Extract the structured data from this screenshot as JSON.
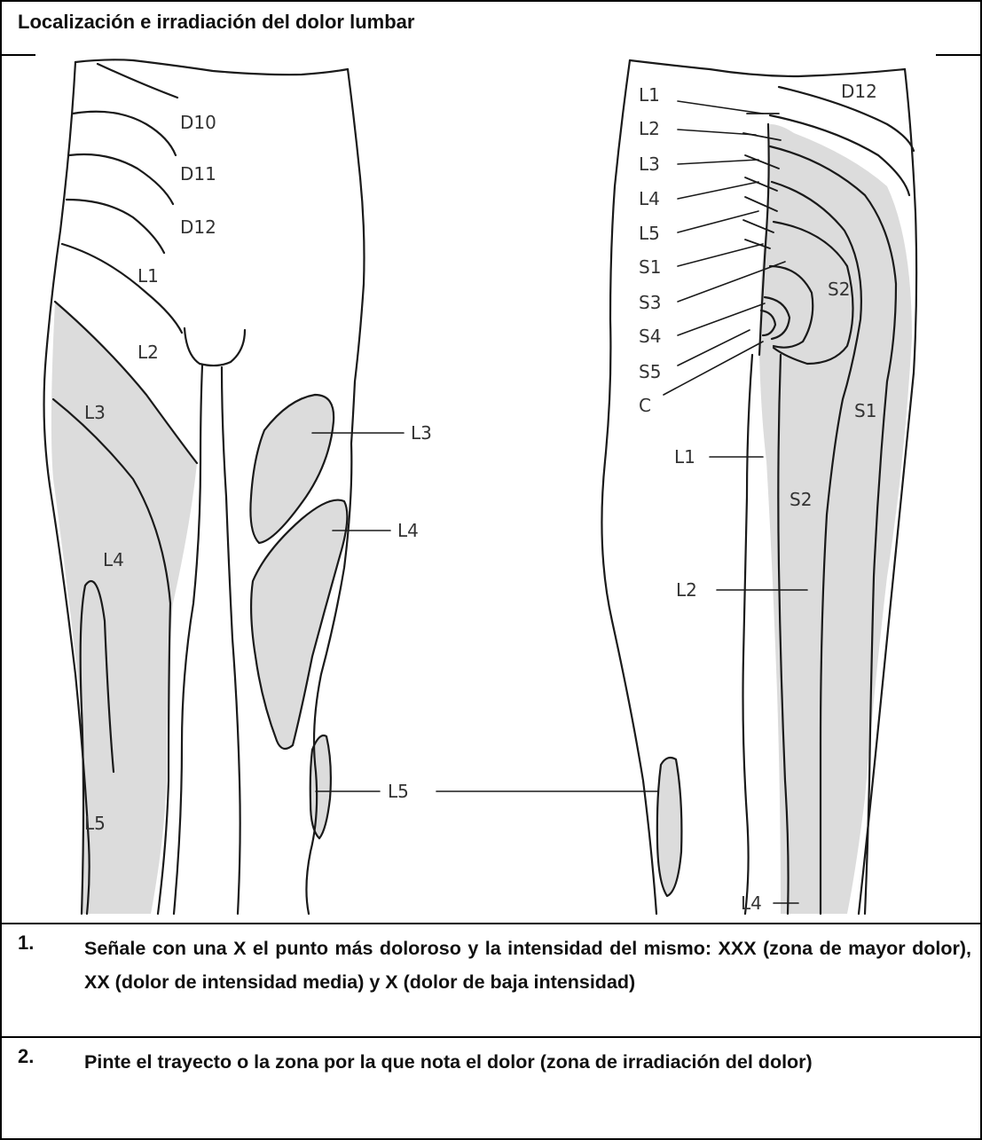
{
  "title": "Localización e irradiación del dolor lumbar",
  "front_labels": {
    "D10": "D10",
    "D11": "D11",
    "D12": "D12",
    "L1": "L1",
    "L2": "L2",
    "L3": "L3",
    "L4": "L4",
    "L5": "L5",
    "knee_L3": "L3",
    "knee_L4": "L4",
    "knee_L5": "L5"
  },
  "back_labels": {
    "L1": "L1",
    "L2": "L2",
    "L3": "L3",
    "L4": "L4",
    "L5": "L5",
    "S1": "S1",
    "S3": "S3",
    "S4": "S4",
    "S5": "S5",
    "C": "C",
    "D12": "D12",
    "S2_buttock": "S2",
    "S1_thigh": "S1",
    "S2_thigh": "S2",
    "L1_thigh": "L1",
    "L2_thigh": "L2",
    "L4_bottom": "L4"
  },
  "instructions": [
    {
      "number": "1.",
      "text": "Señale con una X el punto más doloroso y la intensidad del mismo: XXX (zona de mayor dolor), XX (dolor de intensidad media) y X (dolor de baja intensidad)"
    },
    {
      "number": "2.",
      "text": "Pinte el trayecto o la zona por la que nota el dolor (zona de irradiación del dolor)"
    }
  ],
  "colors": {
    "shading": "#dcdcdc",
    "lines": "#1a1a1a",
    "labels": "#333333"
  }
}
